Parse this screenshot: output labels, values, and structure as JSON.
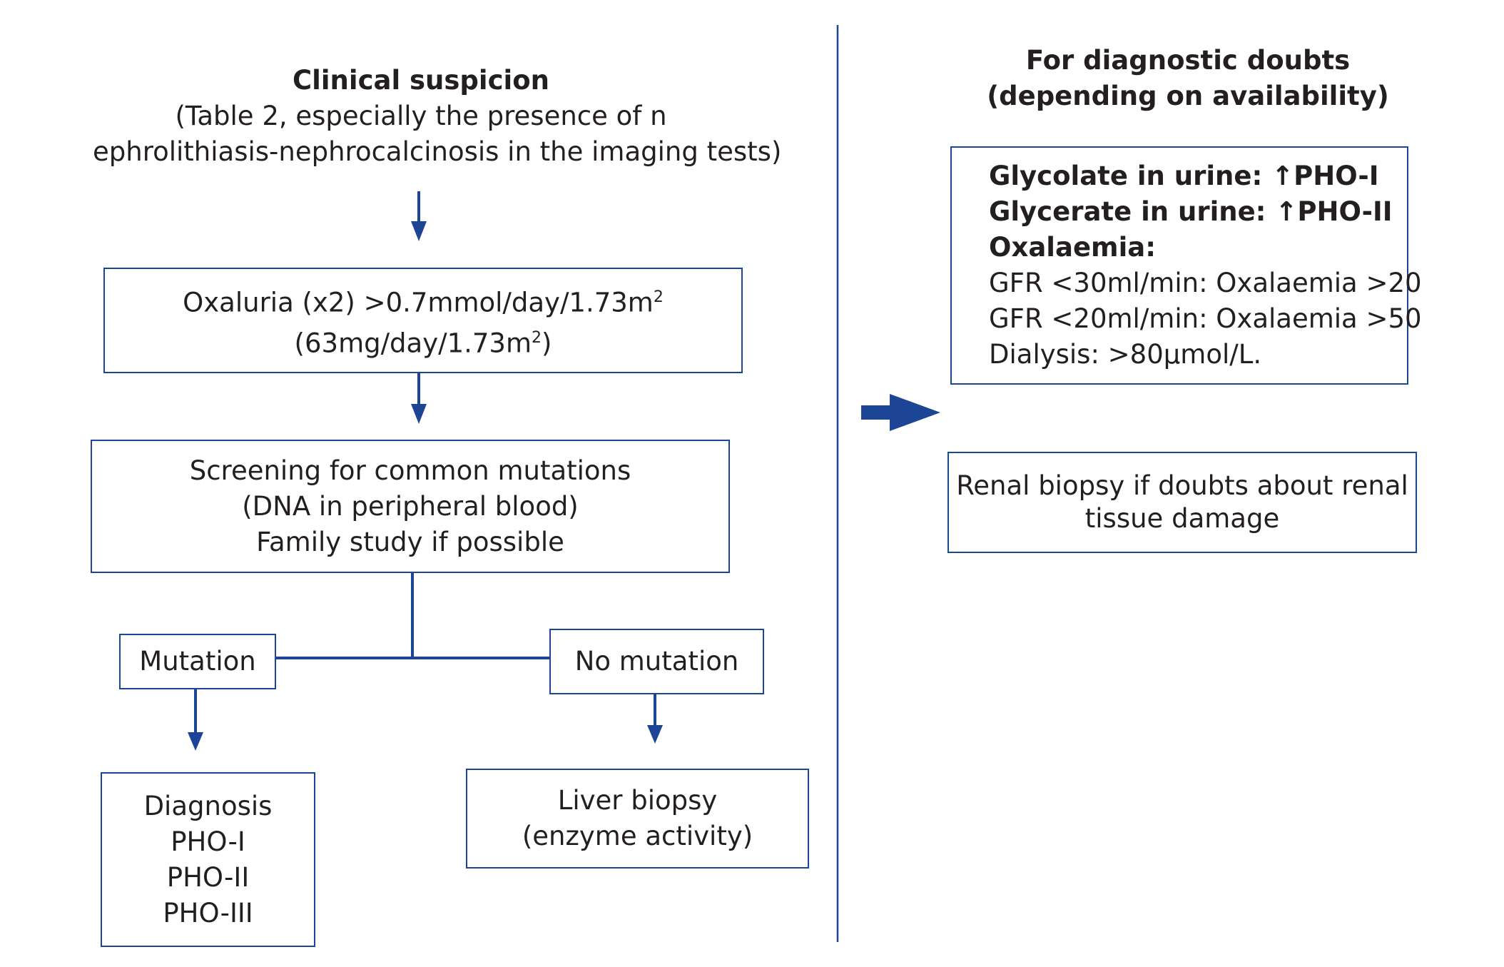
{
  "left": {
    "title": "Clinical suspicion",
    "subtitle": [
      "(Table 2, especially the presence of n",
      "ephrolithiasis-nephrocalcinosis in the imaging tests)"
    ],
    "oxaluria": {
      "line1_text": "Oxaluria (x2) >0.7mmol/day/1.73m",
      "line1_sup": "2",
      "line2_text": "(63mg/day/1.73m",
      "line2_sup": "2",
      "line2_end": ")"
    },
    "screening": [
      "Screening for common mutations",
      "(DNA in peripheral blood)",
      "Family study if possible"
    ],
    "mutation": "Mutation",
    "no_mutation": "No mutation",
    "diagnosis": [
      "Diagnosis",
      "PHO-I",
      "PHO-II",
      "PHO-III"
    ],
    "liver_biopsy": [
      "Liver biopsy",
      "(enzyme activity)"
    ]
  },
  "right": {
    "title": [
      "For diagnostic doubts",
      "(depending on availability)"
    ],
    "tests_bold": [
      "Glycolate in urine:  ↑PHO-I",
      "Glycerate in urine: ↑PHO-II",
      "Oxalaemia:"
    ],
    "tests_regular": [
      "GFR <30ml/min: Oxalaemia >20",
      "GFR <20ml/min: Oxalaemia >50",
      "Dialysis: >80µmol/L."
    ],
    "renal_biopsy": [
      "Renal biopsy if doubts about renal",
      "tissue damage"
    ]
  },
  "colors": {
    "accent": "#1c4595",
    "text": "#231f20"
  }
}
